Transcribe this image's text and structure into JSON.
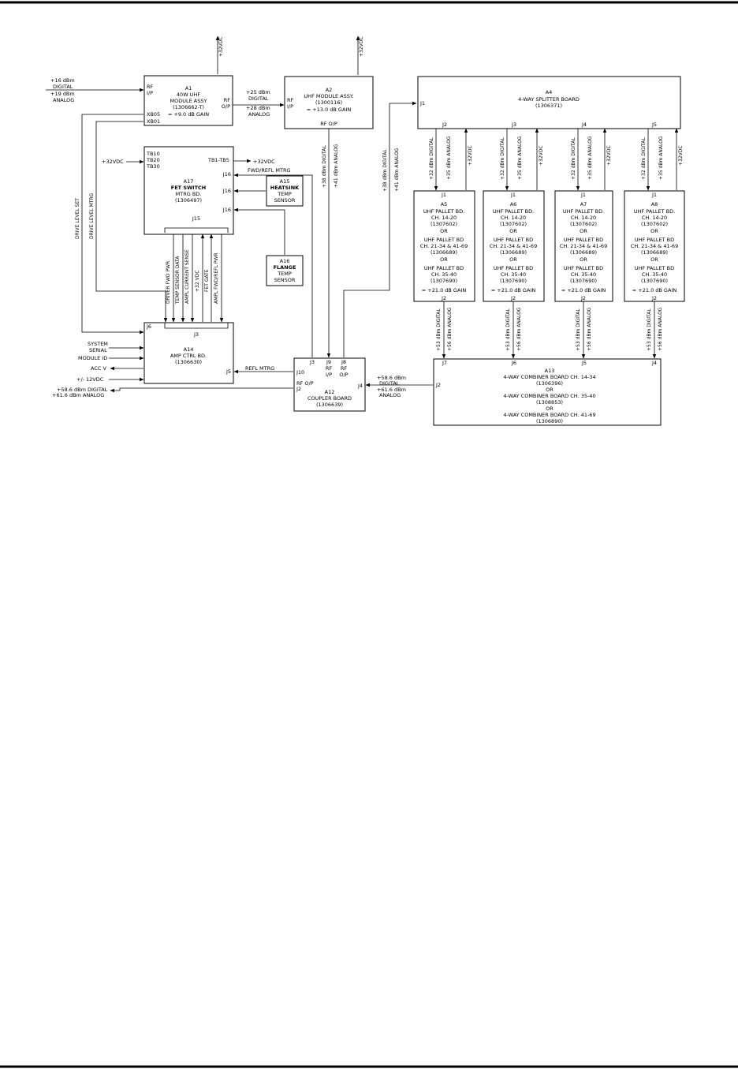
{
  "a1": {
    "title": "A1",
    "l1": "40W UHF",
    "l2": "MODULE ASSY",
    "part": "(1306662-T)",
    "gain": "≈ +9.0 dB GAIN",
    "rf_in_1": "RF",
    "rf_in_2": "I/P",
    "rf_out_1": "RF",
    "rf_out_2": "O/P",
    "xb05": "XB05",
    "xb01": "XB01"
  },
  "a2": {
    "title": "A2",
    "l1": "UHF MODULE ASSY.",
    "part": "(1300116)",
    "gain": "≈ +13.0 dB GAIN",
    "rf_in_1": "RF",
    "rf_in_2": "I/P",
    "rf_out": "RF O/P"
  },
  "a4": {
    "title": "A4",
    "l1": "4-WAY SPLITTER BOARD",
    "part": "(1306371)",
    "j1": "J1",
    "ports": [
      "J2",
      "J3",
      "J4",
      "J5"
    ]
  },
  "a17": {
    "title": "A17",
    "l1": "FET SWITCH",
    "l2": "MTRG BD.",
    "part": "(1306497)",
    "tb10": "TB10",
    "tb20": "TB20",
    "tb30": "TB30",
    "tb": "TB1-TB5",
    "j16": "J16",
    "j15": "J15"
  },
  "a15": {
    "title": "A15",
    "l1": "HEATSINK",
    "l2": "TEMP",
    "l3": "SENSOR"
  },
  "a16": {
    "title": "A16",
    "l1": "FLANGE",
    "l2": "TEMP",
    "l3": "SENSOR"
  },
  "a14": {
    "title": "A14",
    "l1": "AMP CTRL BD.",
    "part": "(1306630)",
    "j3": "J3",
    "j5": "J5",
    "j6": "J6"
  },
  "a12": {
    "title": "A12",
    "l1": "COUPLER BOARD",
    "part": "(1306639)",
    "j3": "J3",
    "j9": "J9",
    "j8": "J8",
    "rf_in": "RF",
    "rf_in_2": "I/P",
    "rf_out": "RF",
    "rf_out_2": "O/P",
    "j10": "J10",
    "rfop": "RF O/P",
    "j2": "J2",
    "j4": "J4"
  },
  "a13": {
    "title": "A13",
    "l1": "4-WAY COMBINER BOARD CH. 14-34",
    "p1": "(1306396)",
    "or1": "OR",
    "l2": "4-WAY COMBINER BOARD CH. 35-40",
    "p2": "(1308853)",
    "or2": "OR",
    "l3": "4-WAY COMBINER BOARD CH. 41-69",
    "p3": "(1306890)",
    "ports": [
      "J7",
      "J6",
      "J5",
      "J4"
    ],
    "j2": "J2"
  },
  "pallets": [
    {
      "title": "A5",
      "j1": "J1",
      "j2": "J2",
      "l1": "UHF PALLET BD.",
      "l2": "CH. 14-20",
      "p1": "(1307602)",
      "or1": "OR",
      "l3": "UHF PALLET BD",
      "l4": "CH. 21-34 & 41-69",
      "p2": "(1306689)",
      "or2": "OR",
      "l5": "UHF PALLET BD",
      "l6": "CH. 35-40",
      "p3": "(1307690)",
      "gain": "≈ +21.0 dB GAIN"
    },
    {
      "title": "A6",
      "j1": "J1",
      "j2": "J2",
      "l1": "UHF PALLET BD.",
      "l2": "CH. 14-20",
      "p1": "(1307602)",
      "or1": "OR",
      "l3": "UHF PALLET BD",
      "l4": "CH. 21-34 & 41-69",
      "p2": "(1306689)",
      "or2": "OR",
      "l5": "UHF PALLET BD",
      "l6": "CH. 35-40",
      "p3": "(1307690)",
      "gain": "≈ +21.0 dB GAIN"
    },
    {
      "title": "A7",
      "j1": "J1",
      "j2": "J2",
      "l1": "UHF PALLET BD.",
      "l2": "CH. 14-20",
      "p1": "(1307602)",
      "or1": "OR",
      "l3": "UHF PALLET BD",
      "l4": "CH. 21-34 & 41-69",
      "p2": "(1306689)",
      "or2": "OR",
      "l5": "UHF PALLET BD",
      "l6": "CH. 35-40",
      "p3": "(1307690)",
      "gain": "≈ +21.0 dB GAIN"
    },
    {
      "title": "A8",
      "j1": "J1",
      "j2": "J2",
      "l1": "UHF PALLET BD.",
      "l2": "CH. 14-20",
      "p1": "(1307602)",
      "or1": "OR",
      "l3": "UHF PALLET BD",
      "l4": "CH. 21-34 & 41-69",
      "p2": "(1306689)",
      "or2": "OR",
      "l5": "UHF PALLET BD",
      "l6": "CH. 35-40",
      "p3": "(1307690)",
      "gain": "≈ +21.0 dB GAIN"
    }
  ],
  "signals": {
    "a1_in_dig_1": "+16 dBm",
    "a1_in_dig_2": "DIGITAL",
    "a1_in_ana_1": "+19 dBm",
    "a1_in_ana_2": "ANALOG",
    "a1_out_dig_1": "+25 dBm",
    "a1_out_dig_2": "DIGITAL",
    "a1_out_ana_1": "+28 dBm",
    "a1_out_ana_2": "ANALOG",
    "vdc32": "+32VDC",
    "vdc12": "+/- 12VDC",
    "drive_level_set": "DRIVE LEVEL SET",
    "drive_level_mtrg": "DRIVE LEVEL MTRG",
    "fwd_refl_mtrg": "FWD/REFL MTRG",
    "refl_mtrg": "REFL MTRG",
    "a2_out_dig": "+38 dBm DIGITAL",
    "a2_out_ana": "+41 dBm ANALOG",
    "a4_in_dig": "+38 dBm DIGITAL",
    "a4_in_ana": "+41 dBm ANALOG",
    "pallet_in_dig": "+32 dBm DIGITAL",
    "pallet_in_ana": "+35 dBm ANALOG",
    "pallet_out_dig": "+53 dBm DIGITAL",
    "pallet_out_ana": "+56 dBm ANALOG",
    "combiner_out_1": "+58.6 dBm",
    "combiner_out_2": "DIGITAL",
    "combiner_out_3": "+61.6 dBm",
    "combiner_out_4": "ANALOG",
    "final_out_1": "+58.6 dBm DIGITAL",
    "final_out_2": "+61.6 dBm ANALOG",
    "ctrl_lines": [
      "DRIVER FWD PWR",
      "TEMP SENSOR DATA",
      "AMPL CURRENT SENSE",
      "+32 VDC",
      "FET GATE",
      "AMPL FWD/REFL PWR"
    ],
    "system_serial_1": "SYSTEM",
    "system_serial_2": "SERIAL",
    "module_id": "MODULE ID",
    "acc_v": "ACC V"
  }
}
